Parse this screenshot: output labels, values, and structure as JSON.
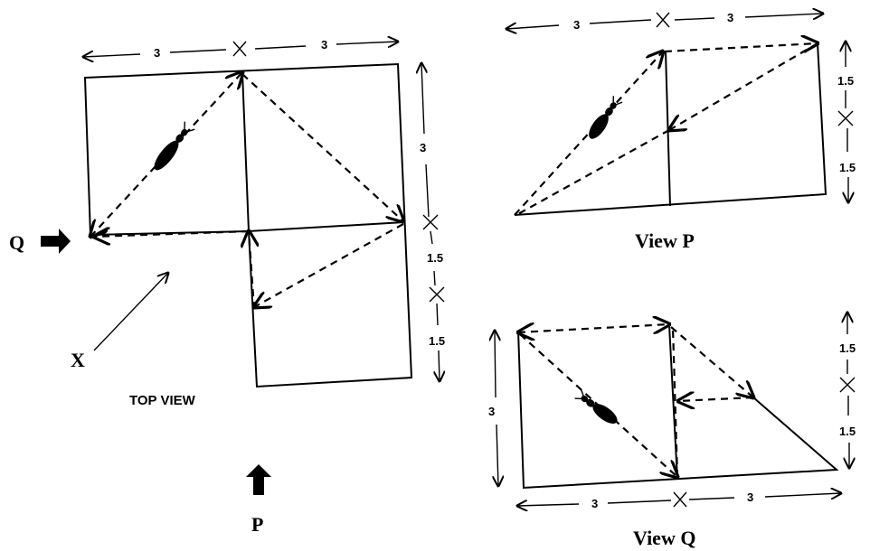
{
  "top_view": {
    "caption": "TOP VIEW",
    "dims_top": [
      "3",
      "3"
    ],
    "dims_right": [
      "3",
      "1.5",
      "1.5"
    ]
  },
  "view_p": {
    "caption": "View P",
    "dims_top": [
      "3",
      "3"
    ],
    "dims_right": [
      "1.5",
      "1.5"
    ]
  },
  "view_q": {
    "caption": "View Q",
    "dims_bottom": [
      "3",
      "3"
    ],
    "dims_left": [
      "3"
    ],
    "dims_right": [
      "1.5",
      "1.5"
    ]
  },
  "markers": {
    "q_label": "Q",
    "p_label": "P",
    "x_label": "X"
  },
  "colors": {
    "ink": "#000000",
    "background": "#ffffff"
  }
}
